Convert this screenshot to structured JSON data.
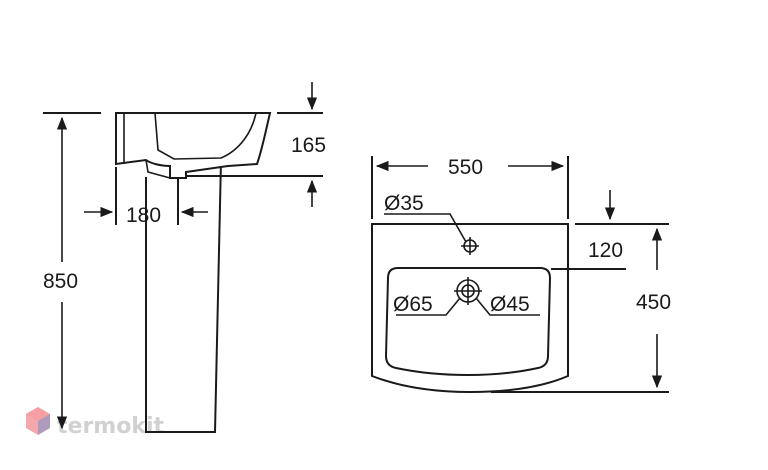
{
  "side_view": {
    "height_total": "850",
    "basin_depth": "165",
    "pedestal_offset": "180"
  },
  "top_view": {
    "width": "550",
    "depth": "450",
    "tap_hole_offset": "120",
    "tap_hole_diameter": "Ø35",
    "drain_outer_diameter": "Ø65",
    "drain_inner_diameter": "Ø45"
  },
  "watermark": {
    "brand": "termokit",
    "logo_colors": [
      "#e8434f",
      "#ef8a8e",
      "#5a7fc2"
    ]
  }
}
